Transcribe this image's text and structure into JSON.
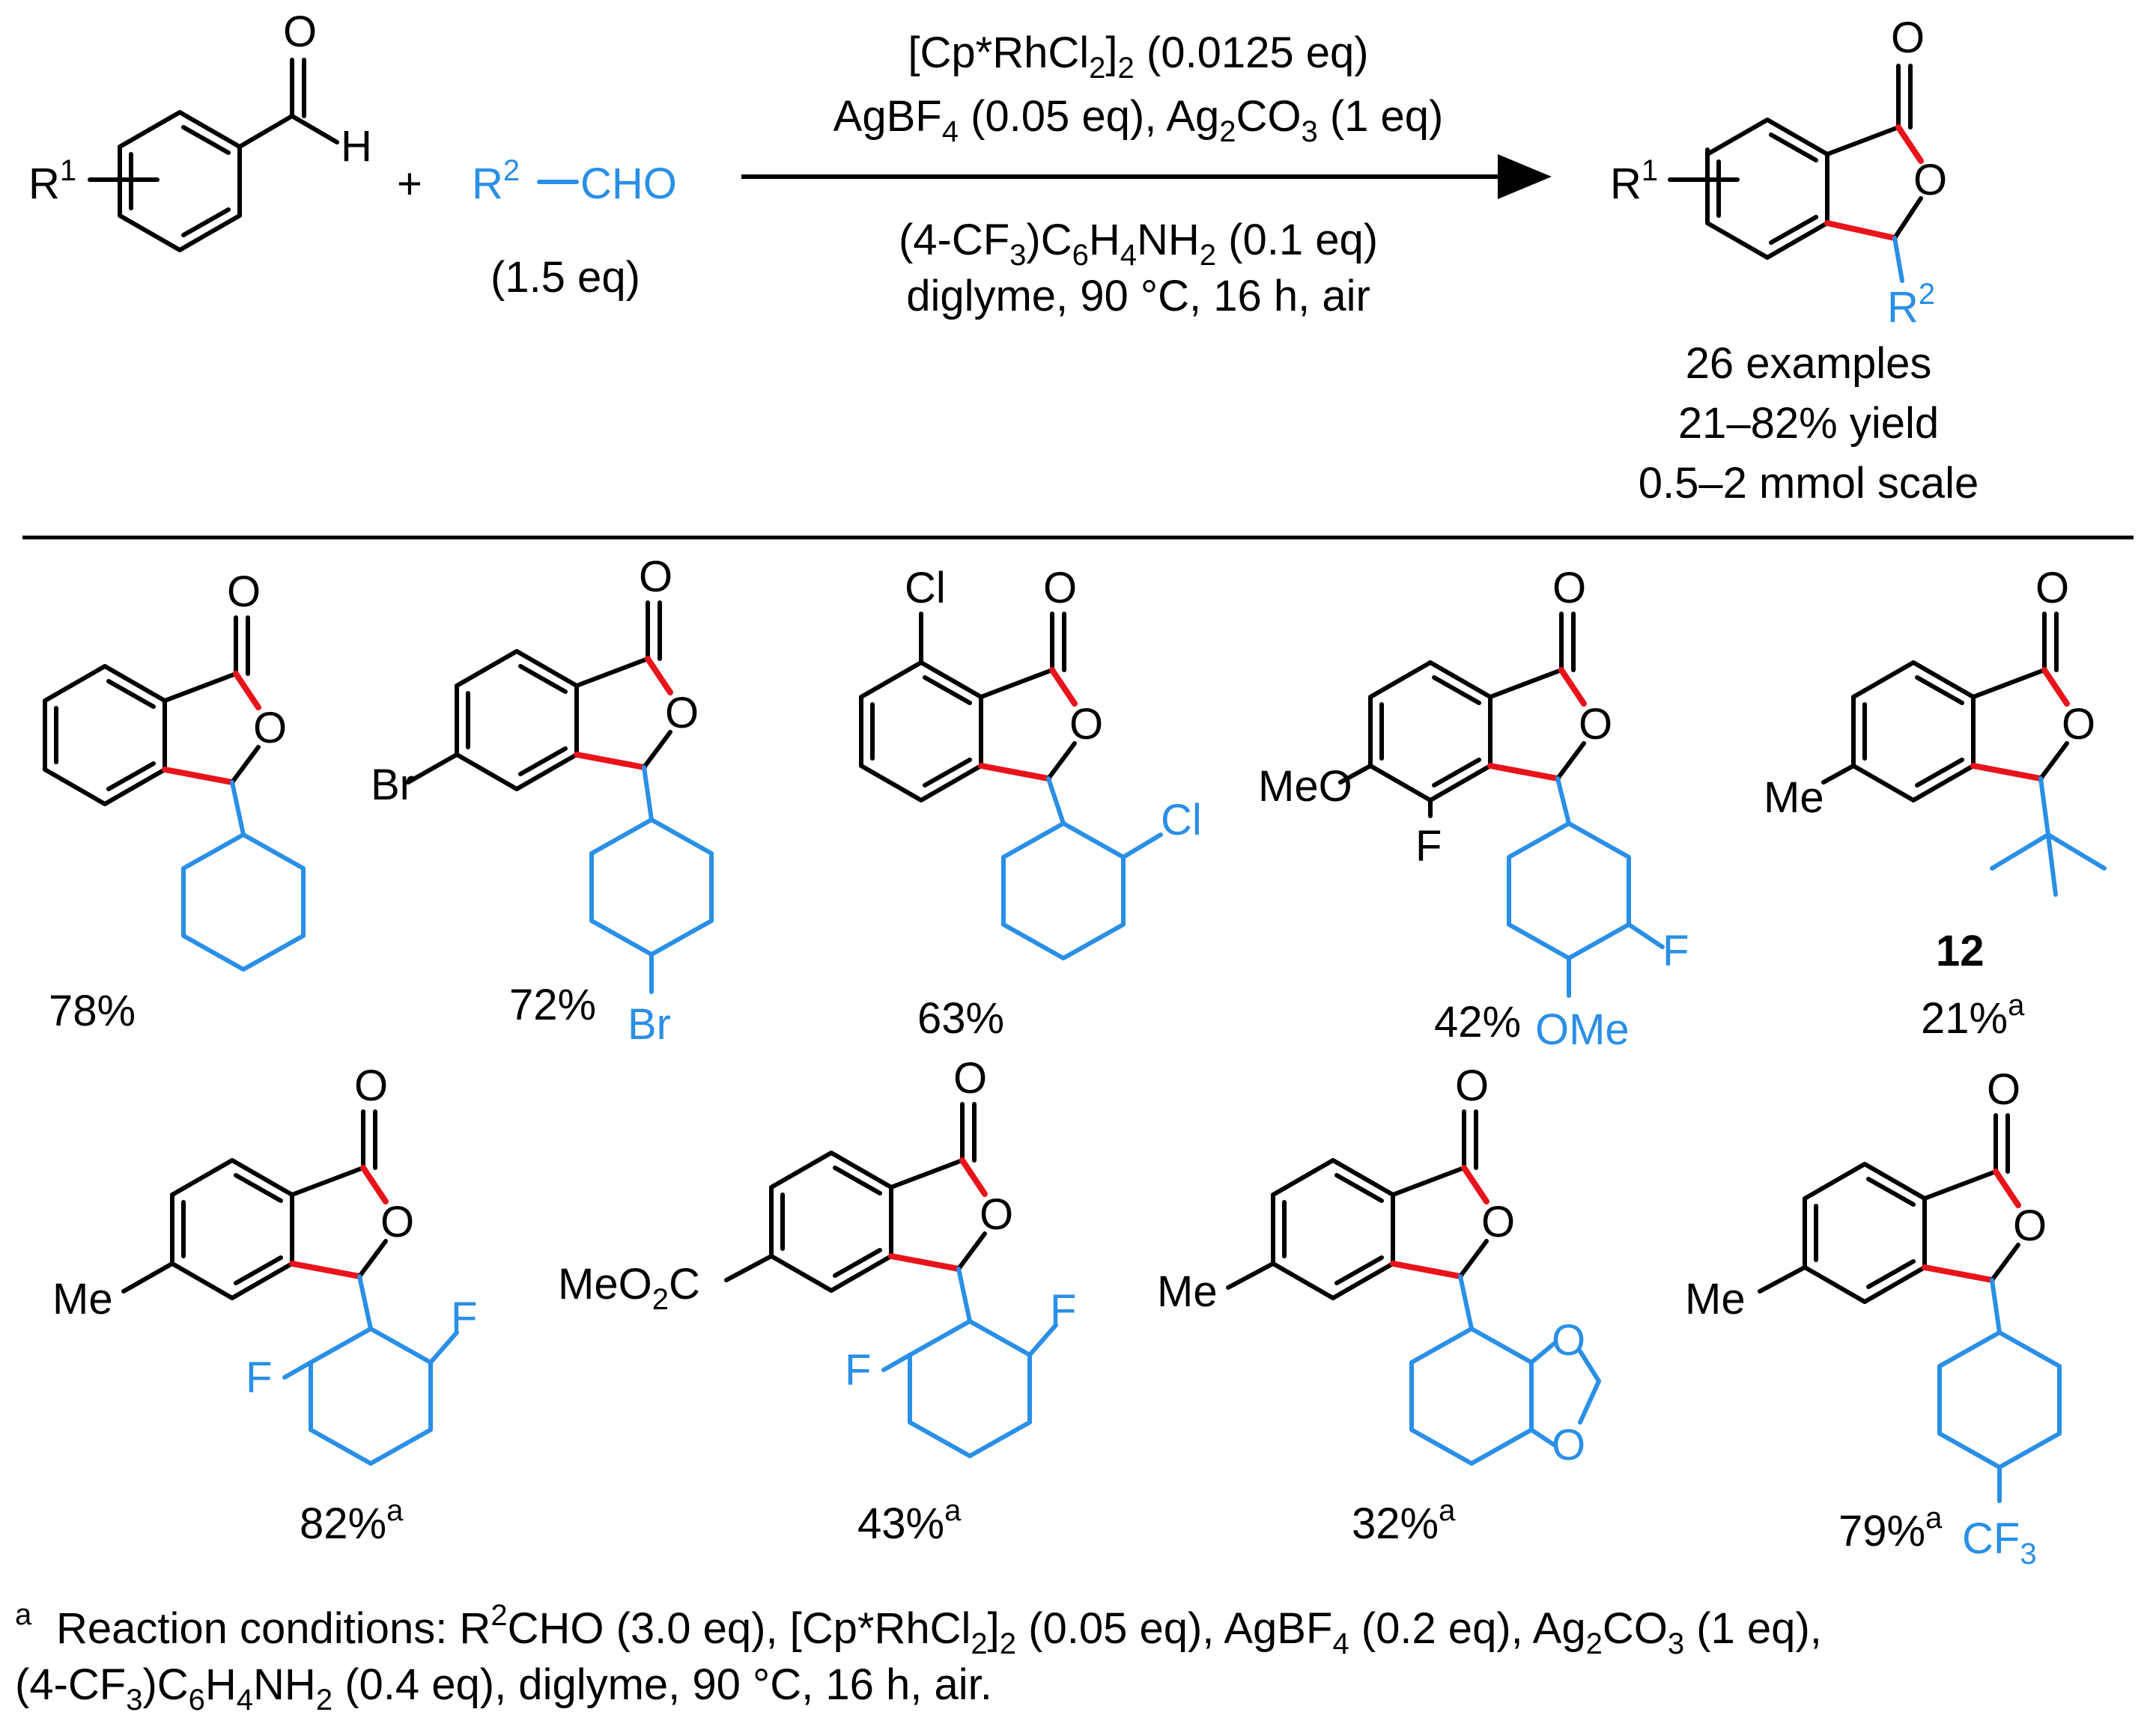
{
  "colors": {
    "ink": "#000000",
    "r2_blue": "#2a8fe6",
    "new_bond_red": "#e8131b"
  },
  "reaction": {
    "reactant1": {
      "r": "R",
      "r_sup": "1",
      "h": "H",
      "o": "O"
    },
    "plus": "+",
    "reactant2": {
      "r": "R",
      "r_sup": "2",
      "cho": "CHO",
      "equiv": "(1.5 eq)"
    },
    "conditions_above": {
      "line1": {
        "a": "[Cp*RhCl",
        "s1": "2",
        "b": "]",
        "s2": "2",
        "c": " (0.0125 eq)"
      },
      "line2": {
        "a": "AgBF",
        "s1": "4",
        "b": " (0.05 eq), Ag",
        "s2": "2",
        "c": "CO",
        "s3": "3",
        "d": " (1 eq)"
      }
    },
    "conditions_below": {
      "line1": {
        "a": "(4-CF",
        "s1": "3",
        "b": ")C",
        "s2": "6",
        "c": "H",
        "s3": "4",
        "d": "NH",
        "s4": "2",
        "e": " (0.1 eq)"
      },
      "line2": "diglyme, 90 °C, 16 h, air"
    },
    "product": {
      "r1": "R",
      "r1_sup": "1",
      "o_carbonyl": "O",
      "o_ring": "O",
      "r2": "R",
      "r2_sup": "2"
    },
    "summary": [
      "26 examples",
      "21–82% yield",
      "0.5–2 mmol scale"
    ]
  },
  "examples": [
    {
      "yield": "78%",
      "sup": ""
    },
    {
      "yield": "72%",
      "sup": "",
      "subst_core": "Br",
      "subst_aryl": "Br"
    },
    {
      "yield": "63%",
      "sup": "",
      "subst_core": "Cl",
      "subst_aryl": "Cl"
    },
    {
      "yield": "42%",
      "sup": "",
      "subst_core1": "MeO",
      "subst_core2": "F",
      "subst_aryl1": "F",
      "subst_aryl2": "OMe"
    },
    {
      "compound": "12",
      "yield": "21%",
      "sup": "a",
      "subst_core": "Me"
    },
    {
      "yield": "82%",
      "sup": "a",
      "subst_core": "Me",
      "subst_aryl1": "F",
      "subst_aryl2": "F"
    },
    {
      "yield": "43%",
      "sup": "a",
      "subst_core_a": "MeO",
      "subst_core_s": "2",
      "subst_core_b": "C",
      "subst_aryl1": "F",
      "subst_aryl2": "F"
    },
    {
      "yield": "32%",
      "sup": "a",
      "subst_core": "Me",
      "ring_o1": "O",
      "ring_o2": "O"
    },
    {
      "yield": "79%",
      "sup": "a",
      "subst_core": "Me",
      "subst_aryl_a": "CF",
      "subst_aryl_s": "3"
    }
  ],
  "footnote": {
    "mark": "a",
    "line1": {
      "a": "Reaction conditions: R",
      "s1": "2",
      "b": "CHO (3.0 eq), [Cp*RhCl",
      "s2": "2",
      "c": "]",
      "s3": "2",
      "d": " (0.05 eq), AgBF",
      "s4": "4",
      "e": " (0.2 eq), Ag",
      "s5": "2",
      "f": "CO",
      "s6": "3",
      "g": " (1 eq),"
    },
    "line2": {
      "a": "(4-CF",
      "s1": "3",
      "b": ")C",
      "s2": "6",
      "c": "H",
      "s3": "4",
      "d": "NH",
      "s4": "2",
      "e": " (0.4 eq), diglyme, 90 °C, 16 h, air."
    }
  }
}
